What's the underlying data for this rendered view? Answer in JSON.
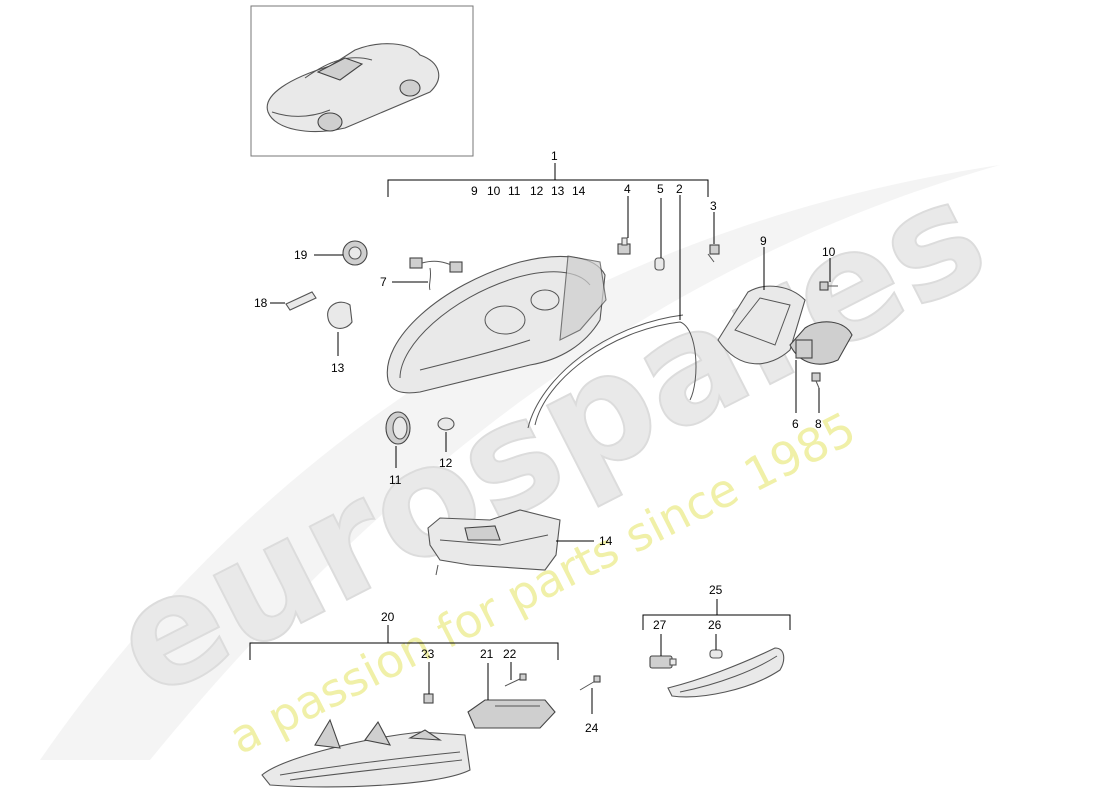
{
  "diagram": {
    "parts": [
      {
        "id": "p1",
        "label": "1"
      },
      {
        "id": "p2",
        "label": "2"
      },
      {
        "id": "p3",
        "label": "3"
      },
      {
        "id": "p4",
        "label": "4"
      },
      {
        "id": "p5",
        "label": "5"
      },
      {
        "id": "p6",
        "label": "6"
      },
      {
        "id": "p7",
        "label": "7"
      },
      {
        "id": "p8",
        "label": "8"
      },
      {
        "id": "p9",
        "label": "9"
      },
      {
        "id": "p10",
        "label": "10"
      },
      {
        "id": "p11",
        "label": "11"
      },
      {
        "id": "p12",
        "label": "12"
      },
      {
        "id": "p13",
        "label": "13"
      },
      {
        "id": "p14",
        "label": "14"
      },
      {
        "id": "p18",
        "label": "18"
      },
      {
        "id": "p19",
        "label": "19"
      },
      {
        "id": "p20",
        "label": "20"
      },
      {
        "id": "p21",
        "label": "21"
      },
      {
        "id": "p22",
        "label": "22"
      },
      {
        "id": "p23",
        "label": "23"
      },
      {
        "id": "p24",
        "label": "24"
      },
      {
        "id": "p25",
        "label": "25"
      },
      {
        "id": "p26",
        "label": "26"
      },
      {
        "id": "p27",
        "label": "27"
      }
    ],
    "group1_sub": [
      "9",
      "10",
      "11",
      "12",
      "13",
      "14"
    ]
  },
  "watermark": {
    "brand": "eurospares",
    "tagline": "a passion for parts since 1985"
  },
  "colors": {
    "watermark_brand": "#e6e6e6",
    "watermark_tagline": "#efef9a",
    "line": "#000000"
  }
}
